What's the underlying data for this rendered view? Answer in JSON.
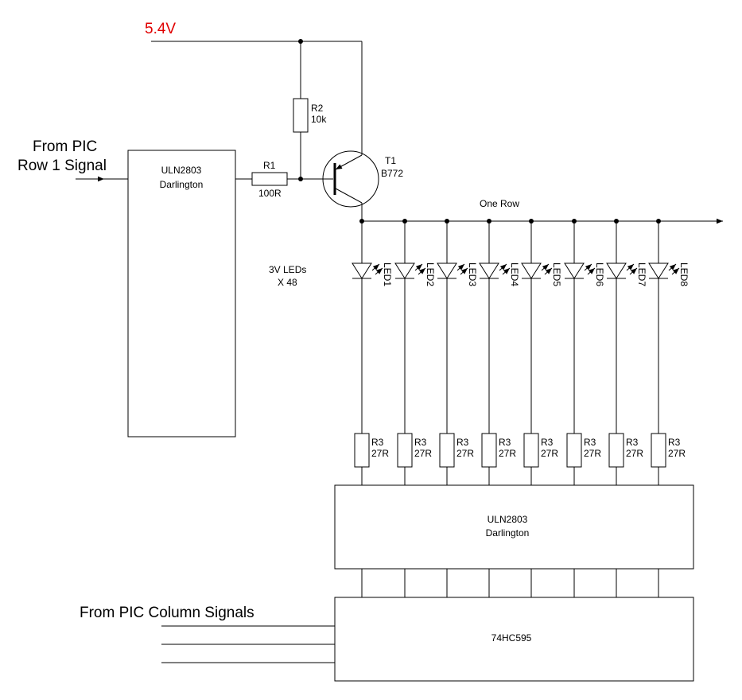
{
  "supply": {
    "voltage": "5.4V",
    "color": "#e00000"
  },
  "input_row": {
    "line1": "From PIC",
    "line2": "Row 1 Signal"
  },
  "driver_row": {
    "name": "ULN2803",
    "type": "Darlington"
  },
  "r1": {
    "ref": "R1",
    "value": "100R"
  },
  "r2": {
    "ref": "R2",
    "value": "10k"
  },
  "t1": {
    "ref": "T1",
    "part": "B772"
  },
  "row_bus": {
    "label": "One Row"
  },
  "leds_note": {
    "line1": "3V LEDs",
    "line2": "X 48"
  },
  "leds": [
    "LED1",
    "LED2",
    "LED3",
    "LED4",
    "LED5",
    "LED6",
    "LED7",
    "LED8"
  ],
  "column_resistors": [
    {
      "ref": "R3",
      "value": "27R"
    },
    {
      "ref": "R3",
      "value": "27R"
    },
    {
      "ref": "R3",
      "value": "27R"
    },
    {
      "ref": "R3",
      "value": "27R"
    },
    {
      "ref": "R3",
      "value": "27R"
    },
    {
      "ref": "R3",
      "value": "27R"
    },
    {
      "ref": "R3",
      "value": "27R"
    },
    {
      "ref": "R3",
      "value": "27R"
    }
  ],
  "driver_col": {
    "name": "ULN2803",
    "type": "Darlington"
  },
  "shift_register": {
    "name": "74HC595"
  },
  "input_cols": {
    "label": "From PIC Column Signals"
  }
}
